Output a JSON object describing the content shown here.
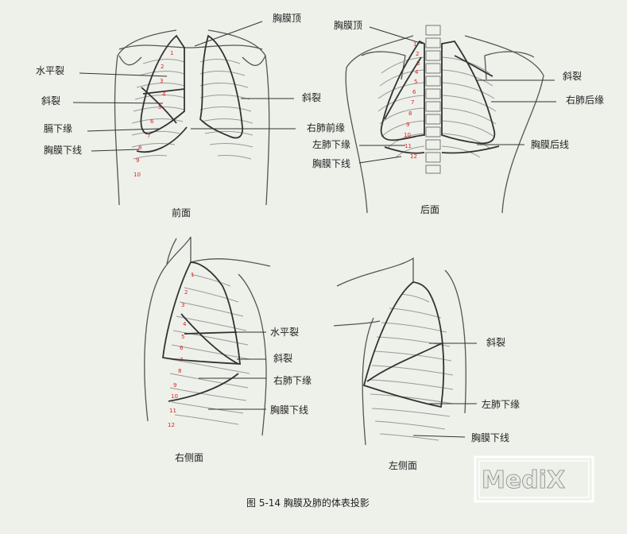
{
  "caption": "图 5-14 胸膜及肺的体表投影",
  "watermark": "MediX",
  "panels": {
    "front": {
      "title": "前面",
      "labels": [
        "胸膜顶",
        "水平裂",
        "斜裂",
        "膈下缘",
        "胸膜下线",
        "斜裂",
        "右肺前缘"
      ],
      "rib_numbers": [
        "1",
        "2",
        "3",
        "4",
        "5",
        "6",
        "7",
        "8",
        "9",
        "10"
      ]
    },
    "back": {
      "title": "后面",
      "labels": [
        "胸膜顶",
        "斜裂",
        "右肺后缘",
        "左肺下缘",
        "胸膜后线",
        "胸膜下线"
      ],
      "rib_numbers": [
        "1",
        "2",
        "3",
        "4",
        "5",
        "6",
        "7",
        "8",
        "9",
        "10",
        "11",
        "12"
      ]
    },
    "right_side": {
      "title": "右侧面",
      "labels": [
        "水平裂",
        "斜裂",
        "右肺下缘",
        "胸膜下线"
      ],
      "rib_numbers": [
        "1",
        "2",
        "3",
        "4",
        "5",
        "6",
        "7",
        "8",
        "9",
        "10",
        "11",
        "12"
      ]
    },
    "left_side": {
      "title": "左侧面",
      "labels": [
        "斜裂",
        "左肺下缘",
        "胸膜下线"
      ]
    }
  }
}
